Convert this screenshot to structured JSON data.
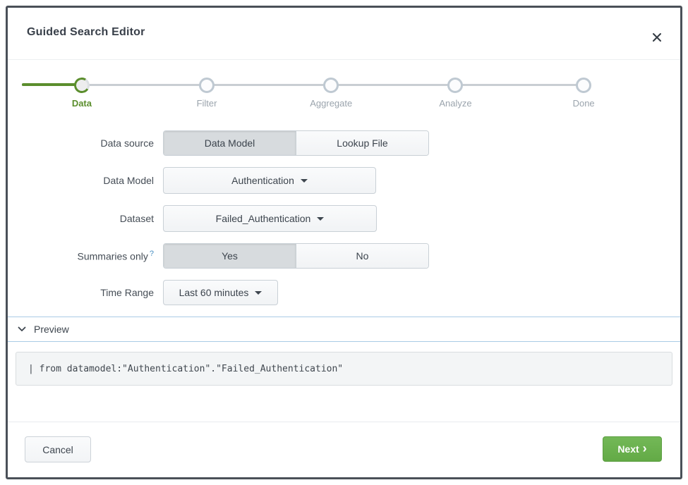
{
  "dialog": {
    "title": "Guided Search Editor"
  },
  "stepper": {
    "steps": [
      {
        "label": "Data",
        "state": "active"
      },
      {
        "label": "Filter",
        "state": "pending"
      },
      {
        "label": "Aggregate",
        "state": "pending"
      },
      {
        "label": "Analyze",
        "state": "pending"
      },
      {
        "label": "Done",
        "state": "pending"
      }
    ]
  },
  "form": {
    "data_source": {
      "label": "Data source",
      "options": [
        "Data Model",
        "Lookup File"
      ],
      "selected": "Data Model"
    },
    "data_model": {
      "label": "Data Model",
      "value": "Authentication"
    },
    "dataset": {
      "label": "Dataset",
      "value": "Failed_Authentication"
    },
    "summaries_only": {
      "label": "Summaries only",
      "help_icon": "?",
      "options": [
        "Yes",
        "No"
      ],
      "selected": "Yes"
    },
    "time_range": {
      "label": "Time Range",
      "value": "Last 60 minutes"
    }
  },
  "preview": {
    "label": "Preview",
    "query": "| from datamodel:\"Authentication\".\"Failed_Authentication\""
  },
  "footer": {
    "cancel_label": "Cancel",
    "next_label": "Next",
    "next_icon": "›"
  },
  "colors": {
    "accent_green": "#5b8e2d",
    "next_button_green": "#6ab04c",
    "preview_border_blue": "#a9cbe5",
    "help_blue": "#4a90c2",
    "dialog_border": "#4a5058",
    "selected_segment_gray": "#d7dbde"
  }
}
